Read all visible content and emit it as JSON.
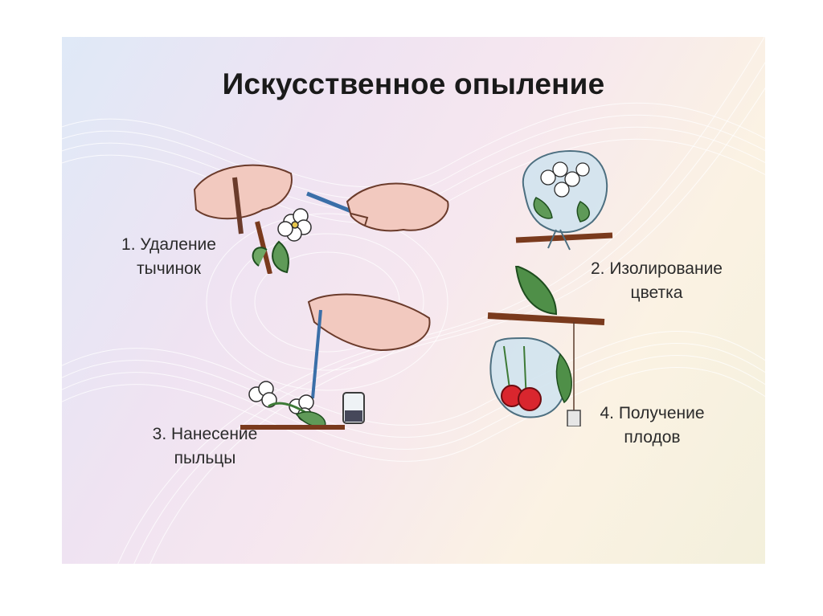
{
  "title": "Искусственное опыление",
  "steps": [
    {
      "line1": "1. Удаление",
      "line2": "тычинок"
    },
    {
      "line1": "2. Изолирование",
      "line2": "цветка"
    },
    {
      "line1": "3. Нанесение",
      "line2": "пыльцы"
    },
    {
      "line1": "4. Получение",
      "line2": "плодов"
    }
  ]
}
